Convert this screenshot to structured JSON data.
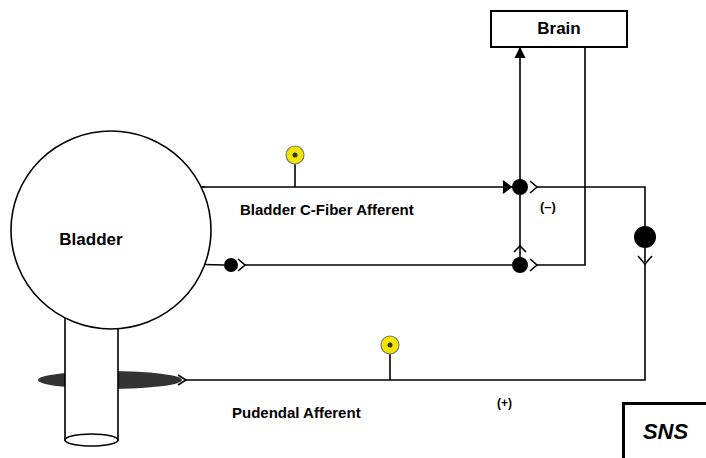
{
  "diagram": {
    "nodes": [
      {
        "text": [
          "Brain"
        ]
      },
      {
        "text": [
          "Bladder"
        ]
      },
      {
        "text": [
          "SNS"
        ]
      }
    ],
    "edges": [
      {
        "from": 1,
        "to": 0,
        "arrow": "to"
      }
    ],
    "labels": [
      "Bladder C-Fiber Afferent",
      "(–)",
      "Pudendal Afferent",
      "(+)"
    ]
  }
}
